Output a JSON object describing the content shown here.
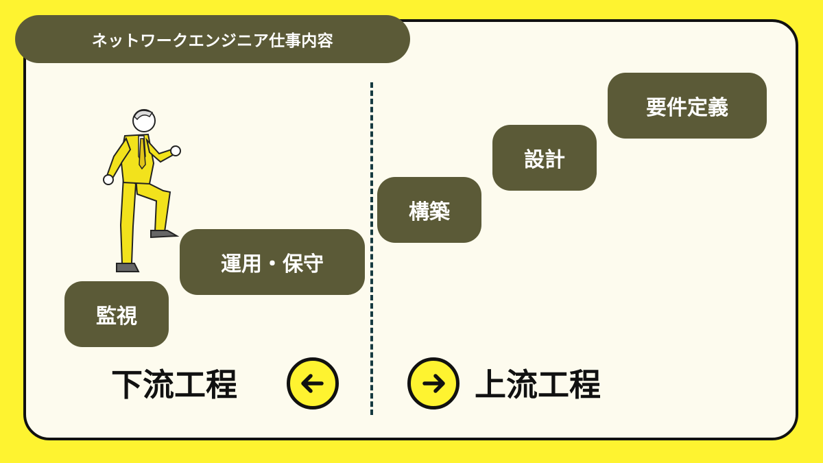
{
  "header": {
    "title": "ネットワークエンジニア仕事内容"
  },
  "steps": {
    "monitoring": "監視",
    "operation": "運用・保守",
    "construction": "構築",
    "design": "設計",
    "requirements": "要件定義"
  },
  "downstream": {
    "label": "下流工程",
    "arrow_icon": "arrow-left-icon"
  },
  "upstream": {
    "label": "上流工程",
    "arrow_icon": "arrow-right-icon"
  },
  "colors": {
    "background": "#FEF330",
    "panel": "#FDFBEE",
    "pill": "#5B5A37",
    "divider": "#163A40"
  }
}
